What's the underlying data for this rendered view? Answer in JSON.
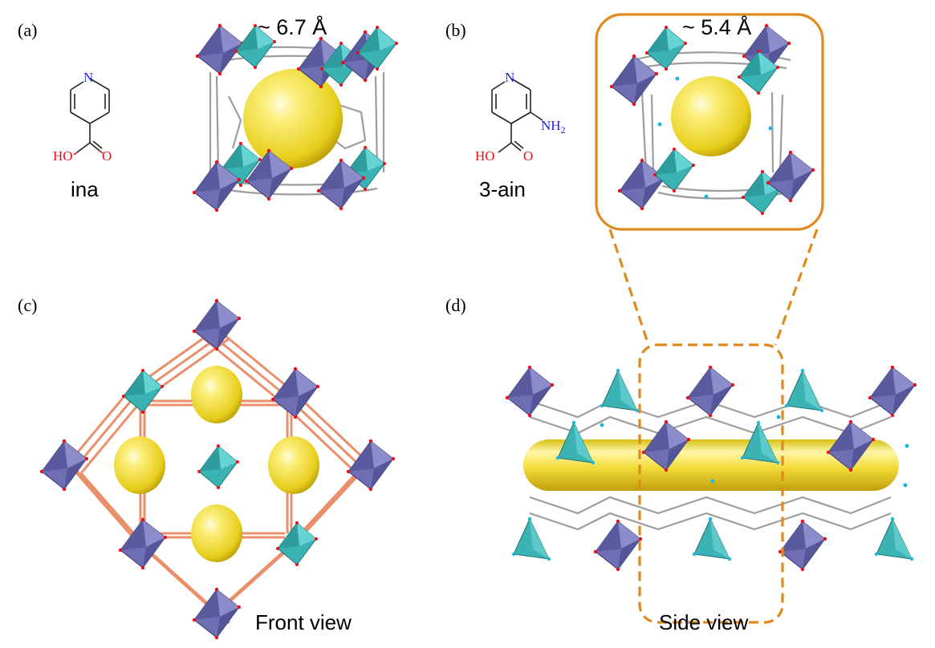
{
  "panels": {
    "a": {
      "label": "(a)",
      "molecule": "ina",
      "pore": "~ 6.7 Å",
      "atoms": {
        "n": "N",
        "o": "O",
        "oh": "HO"
      }
    },
    "b": {
      "label": "(b)",
      "molecule": "3-ain",
      "pore": "~ 5.4 Å",
      "atoms": {
        "n": "N",
        "o": "O",
        "oh": "HO",
        "nh2": "NH",
        "nh2_sub": "2"
      }
    },
    "c": {
      "label": "(c)",
      "view": "Front view"
    },
    "d": {
      "label": "(d)",
      "view": "Side view"
    }
  },
  "colors": {
    "octahedron_purple": "#6f6eb3",
    "octahedron_teal": "#3bb2b3",
    "pore_yellow": "#f5e04a",
    "callout_orange": "#e08a1e",
    "oxygen_red": "#e8101b",
    "nitrogen_blue": "#2324d9"
  },
  "icons": [
    "octahedron-polyhedron",
    "pore-sphere",
    "pore-channel",
    "molecular-structure"
  ]
}
